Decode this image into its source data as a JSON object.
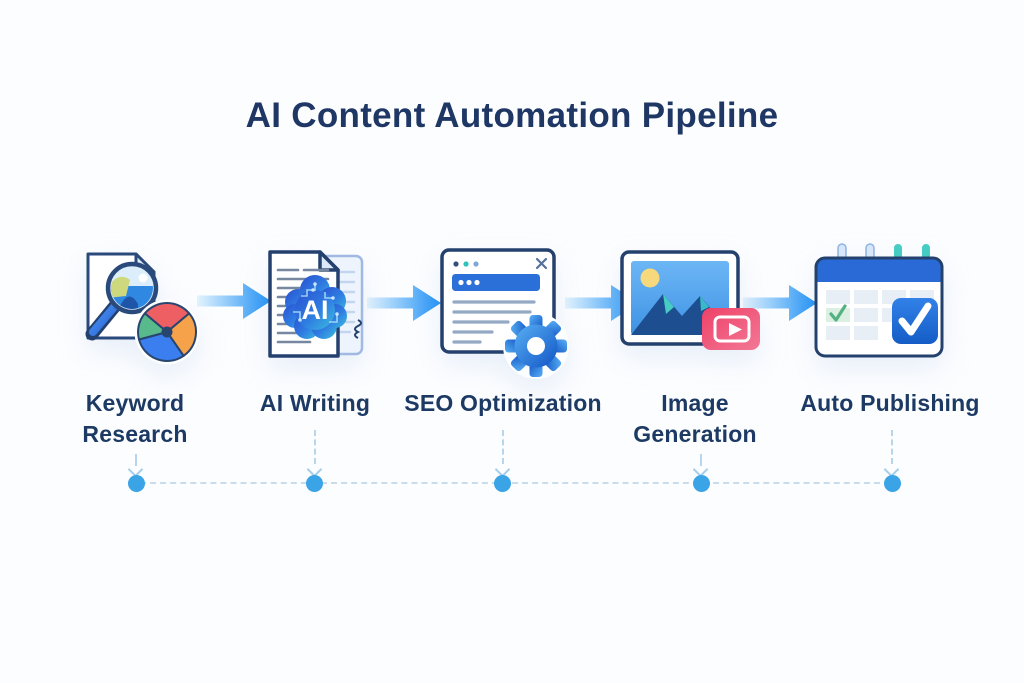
{
  "title": "AI Content Automation Pipeline",
  "stages": [
    {
      "label": "Keyword Research",
      "icon": "keyword-research-icon"
    },
    {
      "label": "AI Writing",
      "icon": "ai-writing-icon",
      "badge_text": "AI"
    },
    {
      "label": "SEO Optimization",
      "icon": "seo-optimization-icon"
    },
    {
      "label": "Image Generation",
      "icon": "image-generation-icon"
    },
    {
      "label": "Auto Publishing",
      "icon": "auto-publishing-icon"
    }
  ],
  "colors": {
    "title_text": "#1e3765",
    "label_text": "#1c3a63",
    "arrow_blue": "#1e90f5",
    "timeline_dot": "#3aa4e6",
    "timeline_dash": "#c9dcec",
    "icon_outline_navy": "#24416e",
    "pie_red": "#ee5f63",
    "pie_orange": "#f6a24b",
    "pie_blue": "#3b7ef0",
    "pie_green": "#58b98c",
    "badge_pink": "#ef4a6d",
    "teal_accent": "#46cdc3"
  }
}
